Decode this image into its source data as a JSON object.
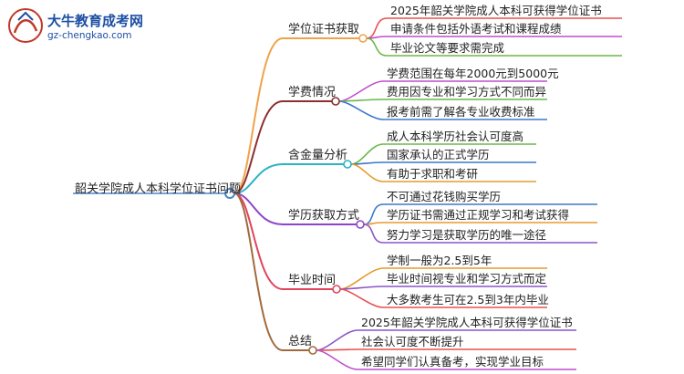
{
  "logo": {
    "site_name": "大牛教育成考网",
    "url": "gz-chengkao.com",
    "mark_text": "大牛"
  },
  "root": {
    "label": "韶关学院成人本科学位证书问题"
  },
  "colors": {
    "root_node": "#4a86c8",
    "branches": [
      "#f0a24a",
      "#8b2f2f",
      "#2bb3c4",
      "#8e44c9",
      "#e0445a",
      "#a06a3c"
    ],
    "leaf_lines": [
      "#e8504f",
      "#c14ecb",
      "#6bb84a",
      "#3a78c9",
      "#e69a2e",
      "#8a55c8"
    ]
  },
  "branches": [
    {
      "label": "学位证书获取",
      "children": [
        "2025年韶关学院成人本科可获得学位证书",
        "申请条件包括外语考试和课程成绩",
        "毕业论文等要求需完成"
      ]
    },
    {
      "label": "学费情况",
      "children": [
        "学费范围在每年2000元到5000元",
        "费用因专业和学习方式不同而异",
        "报考前需了解各专业收费标准"
      ]
    },
    {
      "label": "含金量分析",
      "children": [
        "成人本科学历社会认可度高",
        "国家承认的正式学历",
        "有助于求职和考研"
      ]
    },
    {
      "label": "学历获取方式",
      "children": [
        "不可通过花钱购买学历",
        "学历证书需通过正规学习和考试获得",
        "努力学习是获取学历的唯一途径"
      ]
    },
    {
      "label": "毕业时间",
      "children": [
        "学制一般为2.5到5年",
        "毕业时间视专业和学习方式而定",
        "大多数考生可在2.5到3年内毕业"
      ]
    },
    {
      "label": "总结",
      "children": [
        "2025年韶关学院成人本科可获得学位证书",
        "社会认可度不断提升",
        "希望同学们认真备考，实现学业目标"
      ]
    }
  ]
}
